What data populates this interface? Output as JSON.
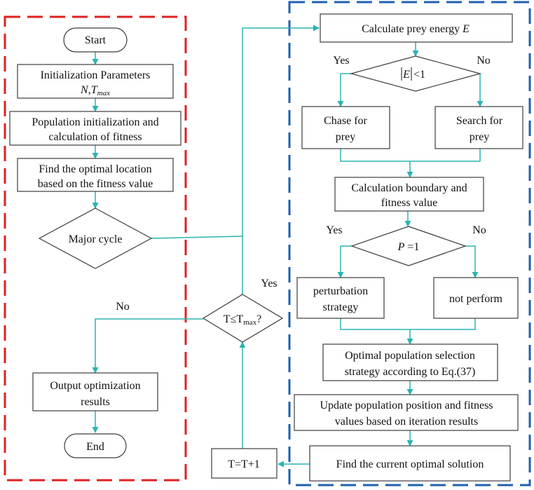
{
  "colors": {
    "left_frame": "#e02020",
    "right_frame": "#1f5fb0",
    "arrow": "#2bb3b3",
    "box_border": "#3c3c3c"
  },
  "nodes": {
    "start": "Start",
    "init_params": "Initialization Parameters",
    "init_params_sub_n": "N",
    "init_params_sub_t": "T",
    "init_params_sub_max": "max",
    "pop_init_1": "Population initialization and",
    "pop_init_2": "calculation of fitness",
    "find_opt_1": "Find the optimal location",
    "find_opt_2": "based on the fitness value",
    "major_cycle": "Major cycle",
    "output_1": "Output optimization",
    "output_2": "results",
    "end": "End",
    "calc_energy": "Calculate prey energy ",
    "calc_energy_var": "E",
    "energy_cond_var": "E",
    "energy_cond_rest": "<1",
    "chase_1": "Chase for",
    "chase_2": "prey",
    "search_1": "Search for",
    "search_2": "prey",
    "boundary_1": "Calculation boundary and",
    "boundary_2": "fitness value",
    "p_cond_var": "P",
    "p_cond_rest": " =1",
    "perturb_1": "perturbation",
    "perturb_2": "strategy",
    "not_perform": "not perform",
    "selection_1": "Optimal population selection",
    "selection_2": "strategy according to Eq.(37)",
    "update_1": "Update population position and fitness",
    "update_2": "values based on iteration results",
    "current_opt": "Find the current optimal solution",
    "increment": "T=T+1",
    "loop_cond_pre": "T≤T",
    "loop_cond_sub": "max",
    "loop_cond_post": "?"
  },
  "edge_labels": {
    "energy_yes": "Yes",
    "energy_no": "No",
    "p_yes": "Yes",
    "p_no": "No",
    "loop_yes": "Yes",
    "loop_no": "No"
  }
}
